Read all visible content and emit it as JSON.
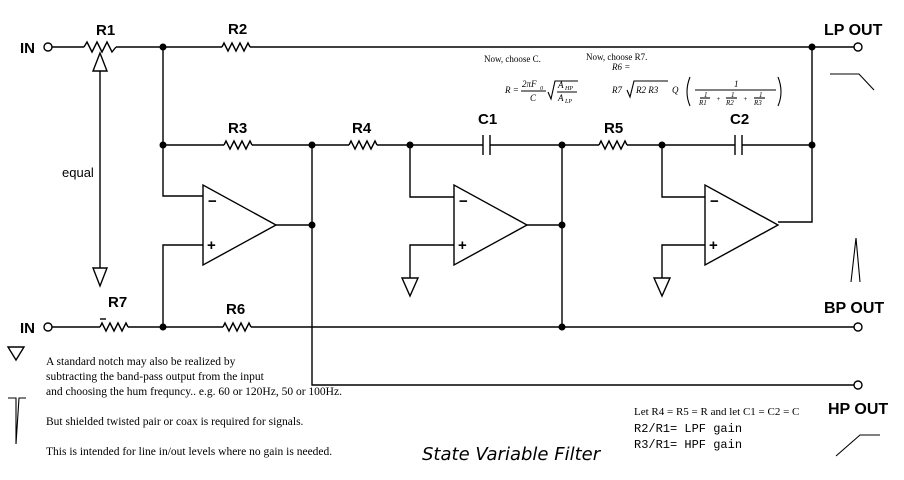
{
  "labels": {
    "in_top": "IN",
    "in_bottom": "IN",
    "lp_out": "LP OUT",
    "bp_out": "BP OUT",
    "hp_out": "HP OUT",
    "equal": "equal",
    "title": "State Variable Filter"
  },
  "components": {
    "R1": "R1",
    "R2": "R2",
    "R3": "R3",
    "R4": "R4",
    "R5": "R5",
    "R6": "R6",
    "R7": "R7",
    "C1": "C1",
    "C2": "C2"
  },
  "opamp_signs": {
    "minus": "−",
    "plus": "+"
  },
  "formulas": {
    "choose_c": "Now, choose C.",
    "r_eq": "R =",
    "r_num": "2πF",
    "r_num_sub": "0",
    "r_den": "C",
    "r_sqrt_num": "A",
    "r_sqrt_num_sub": "HP",
    "r_sqrt_den": "A",
    "r_sqrt_den_sub": "LP",
    "choose_r7": "Now, choose R7.",
    "r6_eq": "R6 =",
    "r7_expr": "R7",
    "r2r3": "R2  R3",
    "q": "Q",
    "one": "1",
    "r1": "R1",
    "r2": "R2",
    "r3": "R3",
    "plus": "+"
  },
  "notes": [
    "A standard notch may also be realized by",
    "subtracting the band-pass output from the input",
    "and choosing the hum frequncy.. e.g. 60 or 120Hz, 50 or 100Hz.",
    "But shielded twisted pair or coax is required for signals.",
    "This is intended for line in/out levels where no gain is needed."
  ],
  "gain_notes": {
    "line1": "Let R4 = R5 = R and let C1 = C2 = C",
    "line2": "R2/R1= LPF gain",
    "line3": "R3/R1= HPF gain"
  }
}
